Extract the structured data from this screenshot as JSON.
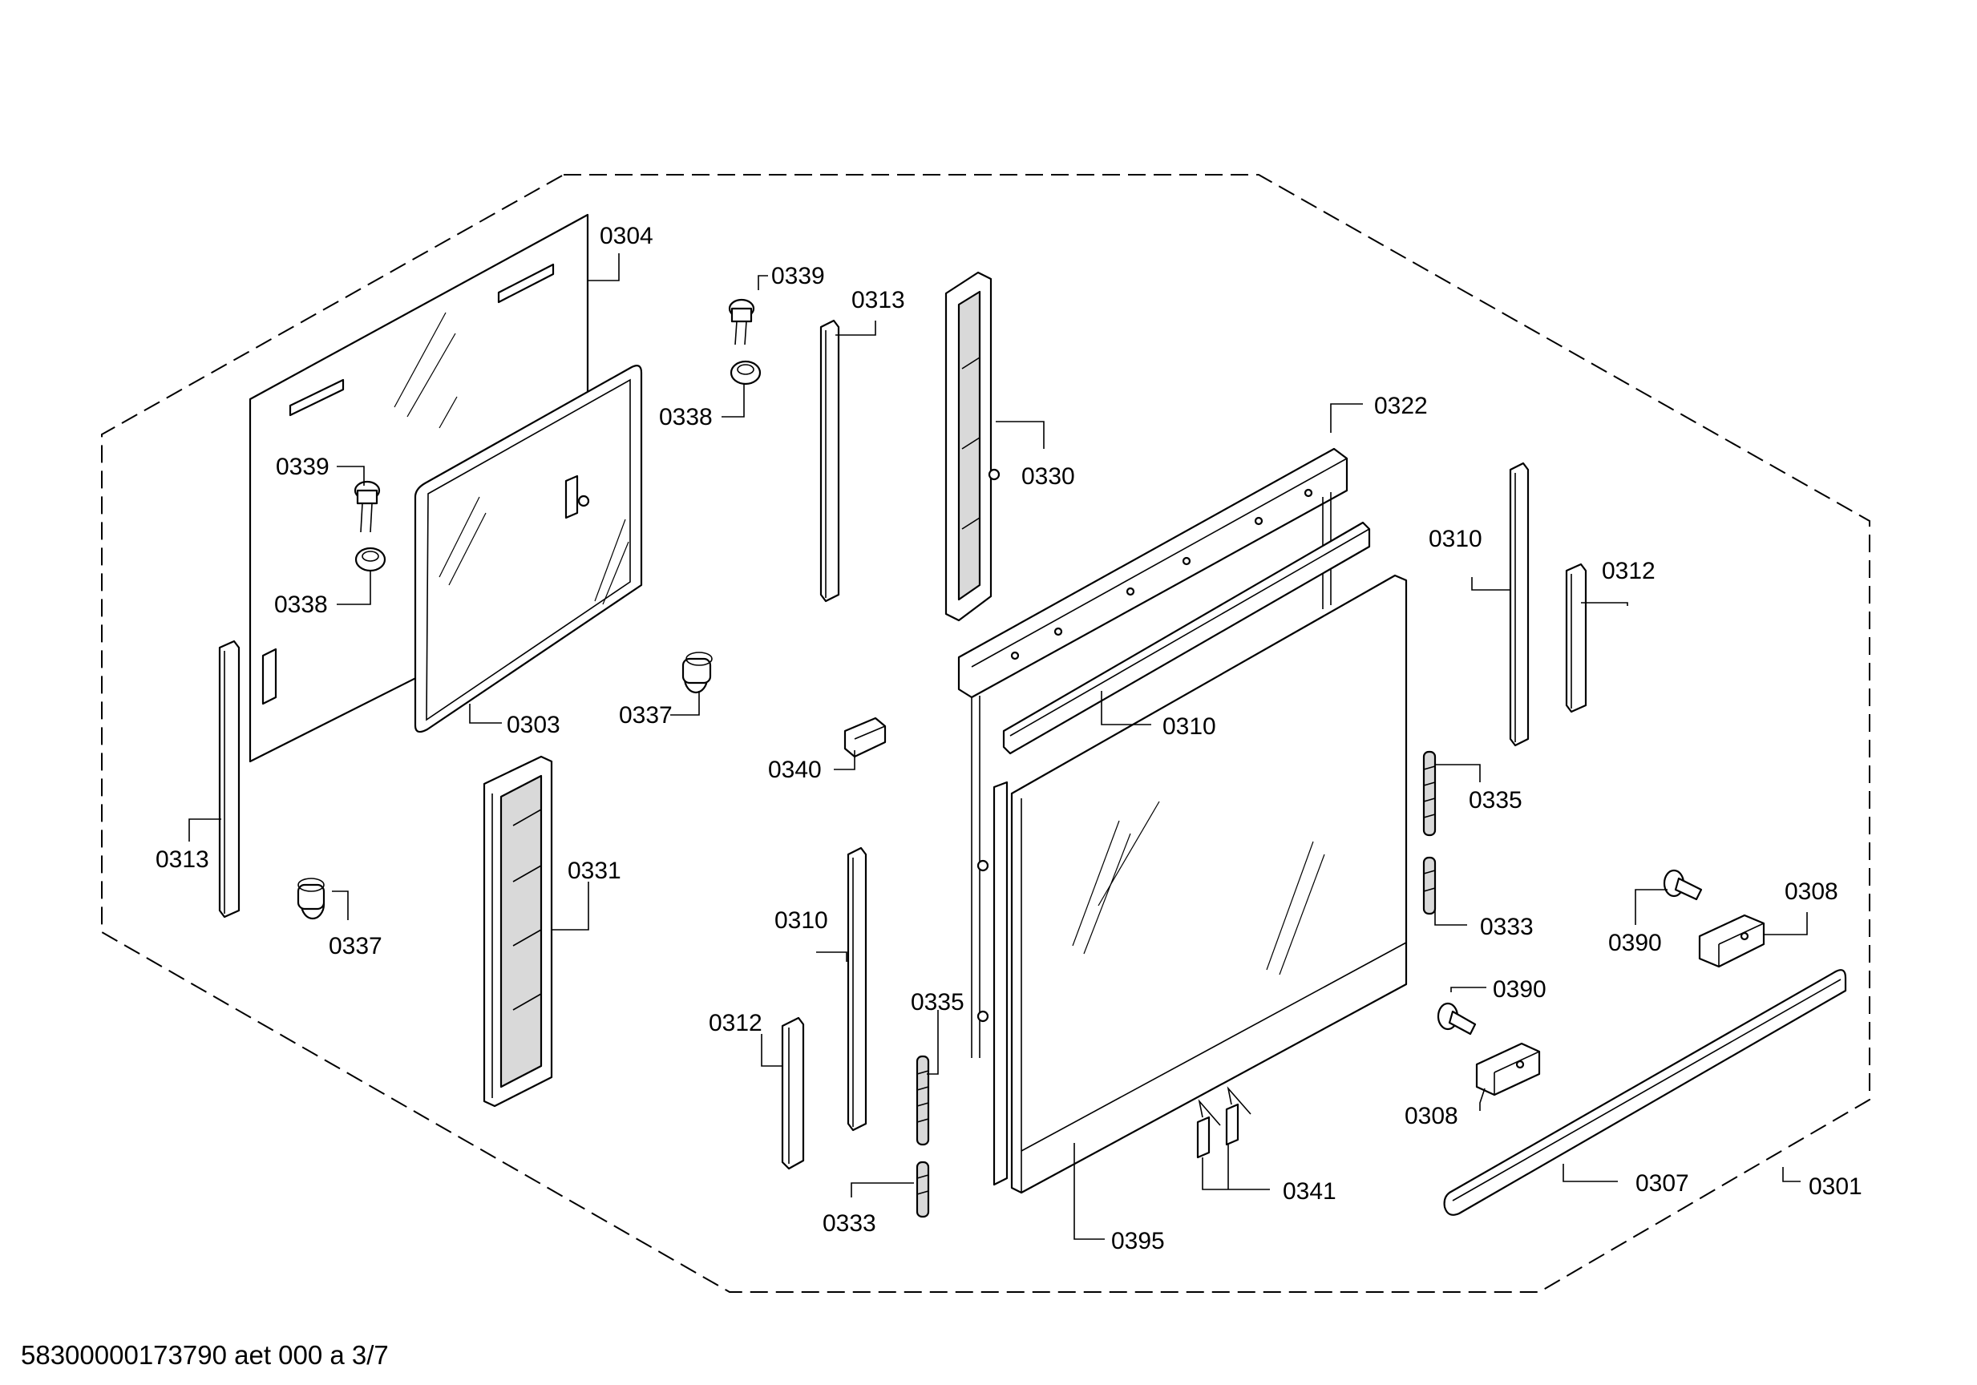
{
  "diagram": {
    "callouts": {
      "c0304": "0304",
      "c0303": "0303",
      "c0339_left": "0339",
      "c0338_left": "0338",
      "c0313_left": "0313",
      "c0337_left": "0337",
      "c0331": "0331",
      "c0339_top": "0339",
      "c0338_top": "0338",
      "c0313_top": "0313",
      "c0337_mid": "0337",
      "c0340": "0340",
      "c0330": "0330",
      "c0322": "0322",
      "c0310_mid": "0310",
      "c0310_left": "0310",
      "c0312_left": "0312",
      "c0335_left": "0335",
      "c0333_left": "0333",
      "c0395": "0395",
      "c0310_right": "0310",
      "c0312_right": "0312",
      "c0335_right": "0335",
      "c0333_right": "0333",
      "c0341": "0341",
      "c0390_top": "0390",
      "c0308_top": "0308",
      "c0390_bottom": "0390",
      "c0308_bottom": "0308",
      "c0307": "0307",
      "c0301": "0301"
    },
    "footer_code": "58300000173790 aet 000 a 3/7"
  }
}
